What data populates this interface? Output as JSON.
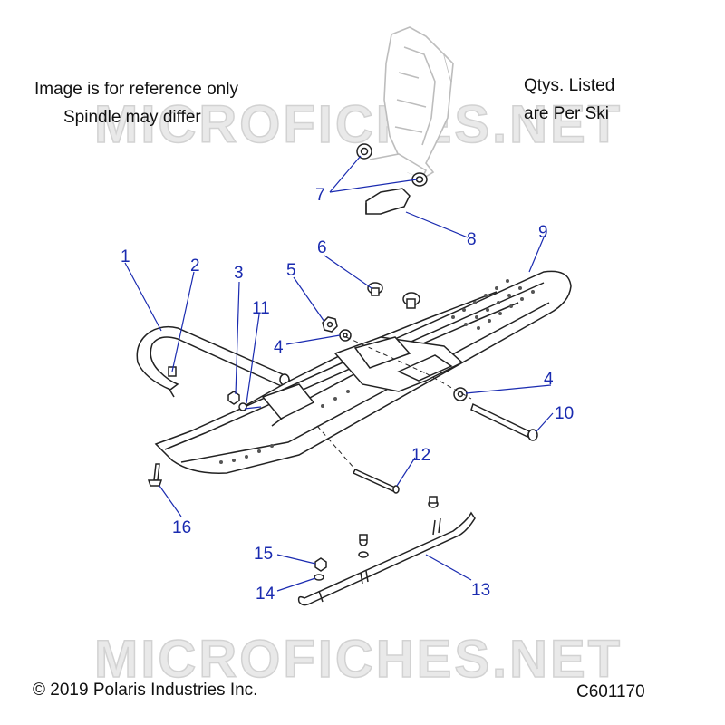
{
  "notes": {
    "reference_line1": "Image is for reference only",
    "reference_line2": "Spindle may differ",
    "qty_line1": "Qtys. Listed",
    "qty_line2": "are Per Ski"
  },
  "watermark": "MICROFICHES.NET",
  "footer": {
    "copyright": "© 2019 Polaris Industries Inc.",
    "diagram_code": "C601170"
  },
  "callouts": [
    "1",
    "2",
    "3",
    "4",
    "4",
    "5",
    "6",
    "7",
    "8",
    "9",
    "10",
    "11",
    "12",
    "13",
    "14",
    "15",
    "16"
  ],
  "colors": {
    "callout": "#1a2bb0",
    "part_stroke": "#222222",
    "spindle_stroke": "#bbbbbb",
    "watermark": "#d2d2d2"
  }
}
